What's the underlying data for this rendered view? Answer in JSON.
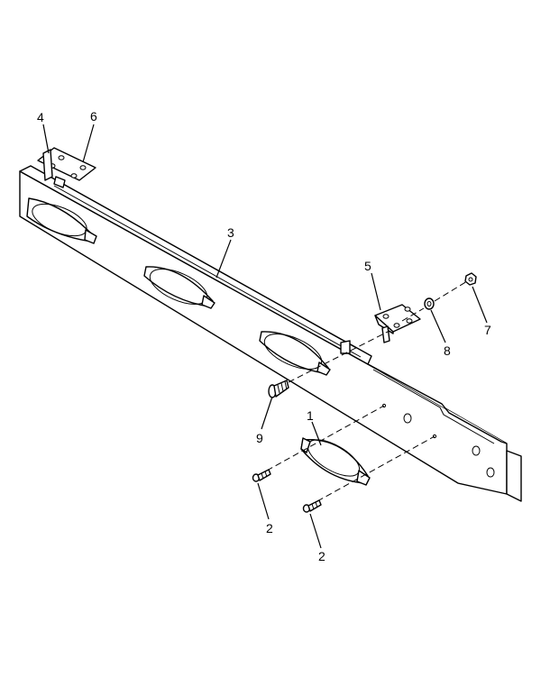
{
  "callouts": {
    "c1": "1",
    "c2a": "2",
    "c2b": "2",
    "c3": "3",
    "c4": "4",
    "c5": "5",
    "c6": "6",
    "c7": "7",
    "c8": "8",
    "c9": "9"
  }
}
